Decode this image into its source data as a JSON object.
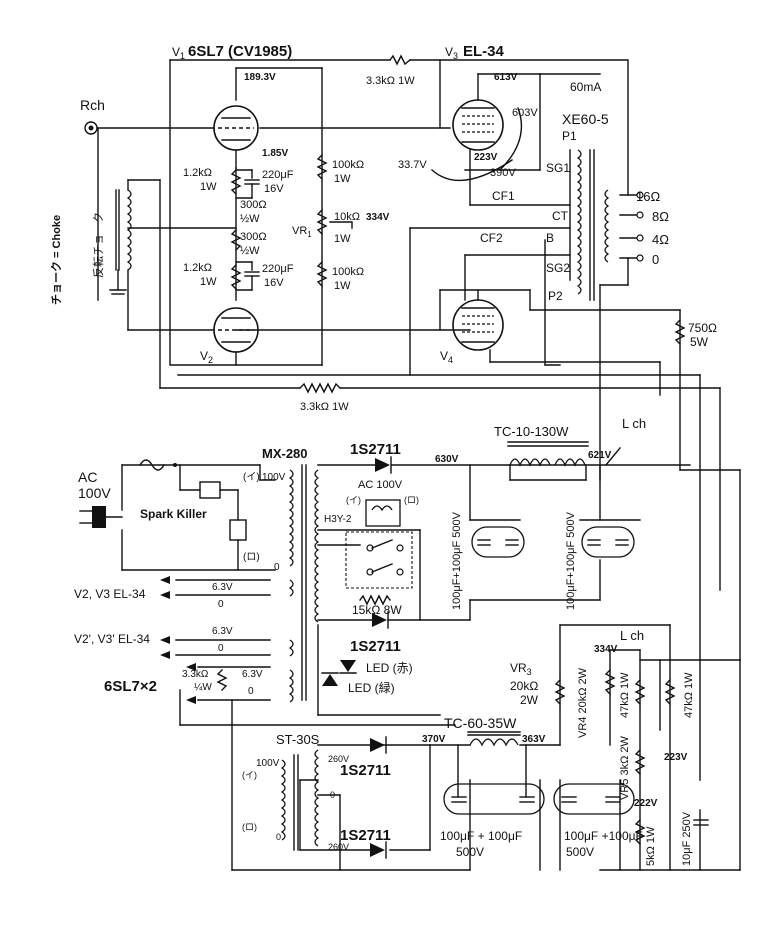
{
  "amp": {
    "v1": {
      "ref": "V",
      "sub": "1",
      "type": "6SL7 (CV1985)"
    },
    "v3": {
      "ref": "V",
      "sub": "3",
      "type": "EL-34"
    },
    "v2": {
      "ref": "V",
      "sub": "2"
    },
    "v4": {
      "ref": "V",
      "sub": "4"
    },
    "input_label": "Rch",
    "choke_label": "反転チョーク",
    "side_note": "チョーク = Choke",
    "v1_plate_volt": "189.3V",
    "v1_cathode_volt": "1.85V",
    "r_top_feedback": "3.3kΩ 1W",
    "r_bottom_feedback": "3.3kΩ 1W",
    "v3_plate_volt": "613V",
    "current": "60mA",
    "v3_pin_volt_a": "603V",
    "v3_pin_volt_b": "223V",
    "v3_pin_volt_c": "390V",
    "grid_volt": "33.7V",
    "opt": "XE60-5",
    "p1": "P1",
    "sg1": "SG1",
    "ct": "CT",
    "sg2": "SG2",
    "p2": "P2",
    "cf1": "CF1",
    "cf2": "CF2",
    "b": "B",
    "out_16": "16Ω",
    "out_8": "8Ω",
    "out_4": "4Ω",
    "out_0": "0",
    "rk1": "1.2kΩ",
    "rk1_w": "1W",
    "ck1": "220μF",
    "ck1_v": "16V",
    "r300a": "300Ω",
    "r300a_w": "½W",
    "r300b": "300Ω",
    "r300b_w": "½W",
    "rk2": "1.2kΩ",
    "rk2_w": "1W",
    "ck2": "220μF",
    "ck2_v": "16V",
    "r100a": "100kΩ",
    "r100a_w": "1W",
    "vr1": "VR",
    "vr1_sub": "1",
    "r10k": "10kΩ",
    "r10k_w": "1W",
    "vr1_volt": "334V",
    "r100b": "100kΩ",
    "r100b_w": "1W",
    "r750": "750Ω",
    "r750_w": "5W"
  },
  "psu": {
    "mains": "AC",
    "mains_v": "100V",
    "spark": "Spark Killer",
    "ptrans": "MX-280",
    "d1": "1S2711",
    "hv": "630V",
    "choke1": "TC-10-130W",
    "lch1": "L ch",
    "v621": "621V",
    "relay": "H3Y-2",
    "relay_ac": "AC 100V",
    "i_mark": "(イ)",
    "ro_mark": "(ロ)",
    "tap100": "100V",
    "tap0": "0",
    "cap1": "100μF+100μF 500V",
    "cap2": "100μF+100μF 500V",
    "heater1_label": "V2, V3 EL-34",
    "heater1_v": "6.3V",
    "heater1_0": "0",
    "heater2_label": "V2', V3' EL-34",
    "heater2_v": "6.3V",
    "heater2_0": "0",
    "heater3_label": "6SL7×2",
    "heater3_v": "6.3V",
    "heater3_0": "0",
    "r3k3": "3.3kΩ",
    "r3k3_w": "¼W",
    "r15k": "15kΩ 8W",
    "d2": "1S2711",
    "led_r": "LED (赤)",
    "led_g": "LED (緑)",
    "strans": "ST-30S",
    "s_tap260a": "260V",
    "s_tap0": "0",
    "s_tap260b": "260V",
    "s_tap100": "100V",
    "d3": "1S2711",
    "d4": "1S2711",
    "v370": "370V",
    "choke2": "TC-60-35W",
    "v363": "363V",
    "cap3": "100μF + 100μF",
    "cap3_v": "500V",
    "cap4": "100μF +100μF",
    "cap4_v": "500V",
    "vr3": "VR",
    "vr3_sub": "3",
    "vr3_v": "20kΩ",
    "vr3_w": "2W",
    "vr4": "VR4 20kΩ 2W",
    "v334": "334V",
    "lch2": "L ch",
    "r47a": "47kΩ 1W",
    "r47b": "47kΩ 1W",
    "vr5": "VR5 3kΩ 2W",
    "v223": "223V",
    "v222": "222V",
    "r5k": "5kΩ 1W",
    "c10": "10μF 250V"
  }
}
